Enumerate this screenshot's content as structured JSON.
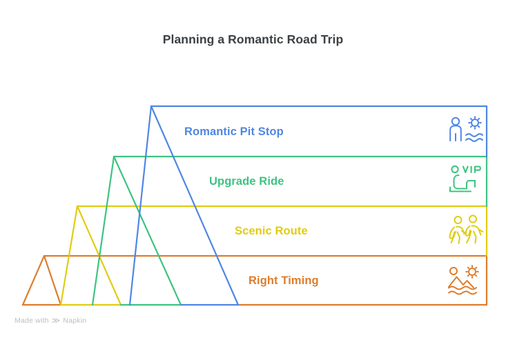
{
  "header": {
    "title": "Planning a Romantic Road Trip"
  },
  "colors": {
    "blue": "#4f86e3",
    "green": "#3cc380",
    "yellow": "#e0cc12",
    "orange": "#dd7d2d",
    "title": "#3c4043",
    "watermark": "#bdbdbd",
    "background": "#ffffff"
  },
  "chart_data": {
    "type": "pyramid",
    "title": "Planning a Romantic Road Trip",
    "orientation": "ascending-mountains",
    "tier_count": 4,
    "categories": [
      "Right Timing",
      "Scenic Route",
      "Upgrade Ride",
      "Romantic Pit Stop"
    ],
    "values": [
      1,
      2,
      3,
      4
    ],
    "legend_position": "none",
    "grid": false
  },
  "tiers": [
    {
      "id": "romantic-pit-stop",
      "label": "Romantic Pit Stop",
      "color": "#4f86e3",
      "level": 4,
      "icon": "beach-sun-person-icon",
      "icon_parts": [
        "person",
        "sun",
        "waves"
      ]
    },
    {
      "id": "upgrade-ride",
      "label": "Upgrade Ride",
      "color": "#3cc380",
      "level": 3,
      "icon": "vip-seat-icon",
      "icon_text": "VIP",
      "icon_parts": [
        "seated-person",
        "vip-text"
      ]
    },
    {
      "id": "scenic-route",
      "label": "Scenic Route",
      "color": "#e0cc12",
      "level": 2,
      "icon": "two-hikers-icon",
      "icon_parts": [
        "walking-person",
        "walking-person"
      ]
    },
    {
      "id": "right-timing",
      "label": "Right Timing",
      "color": "#dd7d2d",
      "level": 1,
      "icon": "sunrise-mountains-waves-icon",
      "icon_parts": [
        "sun",
        "mountains",
        "waves"
      ]
    }
  ],
  "footer": {
    "watermark_prefix": "Made with",
    "watermark_brand": "Napkin",
    "watermark_logo": "napkin-logo-icon"
  }
}
